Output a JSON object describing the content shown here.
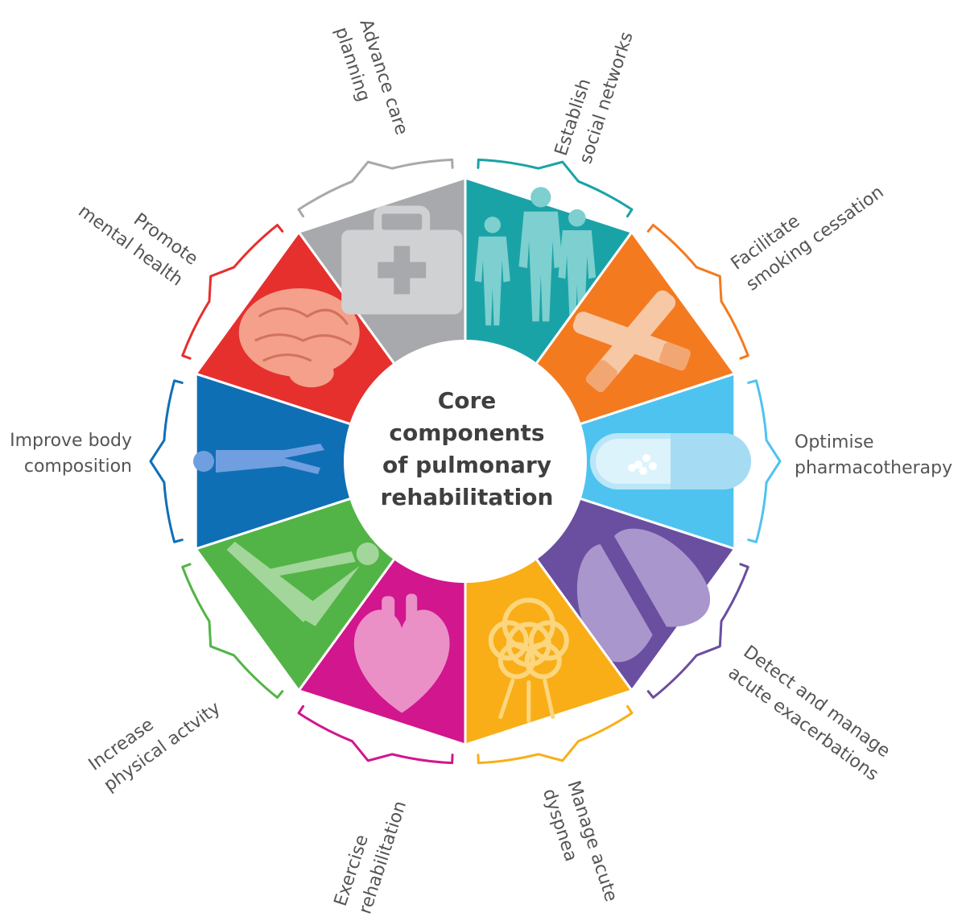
{
  "title_lines": [
    "Core",
    "components",
    "of pulmonary",
    "rehabilitation"
  ],
  "segments": [
    {
      "id": "social",
      "lines": [
        "Establish",
        "social networks"
      ],
      "color": "#1aa3a7",
      "icon_color": "#7ecfcf",
      "icon": "people-icon"
    },
    {
      "id": "smoking",
      "lines": [
        "Facilitate",
        "smoking cessation"
      ],
      "color": "#f47a20",
      "icon_color": "#f7c8a6",
      "icon": "cigarette-icon"
    },
    {
      "id": "pharma",
      "lines": [
        "Optimise",
        "pharmacotherapy"
      ],
      "color": "#4fc3ef",
      "icon_color": "#b9e6f8",
      "icon": "pill-icon"
    },
    {
      "id": "exacerbation",
      "lines": [
        "Detect and manage",
        "acute exacerbations"
      ],
      "color": "#6a4ea0",
      "icon_color": "#a996cc",
      "icon": "lungs-icon"
    },
    {
      "id": "dyspnea",
      "lines": [
        "Manage acute",
        "dyspnea"
      ],
      "color": "#f9ae17",
      "icon_color": "#fbd67e",
      "icon": "breath-cloud-icon"
    },
    {
      "id": "exercise",
      "lines": [
        "Exercise",
        "rehabilitation"
      ],
      "color": "#d1168e",
      "icon_color": "#eb8fc7",
      "icon": "heart-icon"
    },
    {
      "id": "activity",
      "lines": [
        "Increase",
        "physical actvity"
      ],
      "color": "#52b446",
      "icon_color": "#a3d69b",
      "icon": "exercise-pose-icon"
    },
    {
      "id": "body",
      "lines": [
        "Improve body",
        "composition"
      ],
      "color": "#0f6fb5",
      "icon_color": "#6f9fe0",
      "icon": "body-figure-icon"
    },
    {
      "id": "mental",
      "lines": [
        "Promote",
        "mental health"
      ],
      "color": "#e5302e",
      "icon_color": "#f4a08a",
      "icon": "brain-icon"
    },
    {
      "id": "planning",
      "lines": [
        "Advance care",
        "planning"
      ],
      "color": "#a7a9ac",
      "icon_color": "#cfd1d3",
      "icon": "medical-kit-icon"
    }
  ]
}
